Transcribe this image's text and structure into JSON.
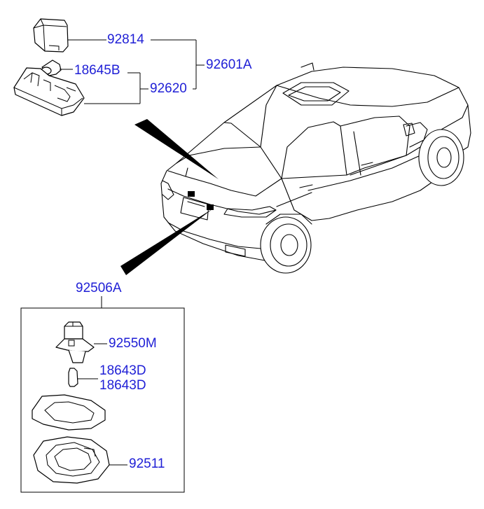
{
  "labels": {
    "p92814": "92814",
    "p18645B": "18645B",
    "p92620": "92620",
    "p92601A": "92601A",
    "p92506A": "92506A",
    "p92550M": "92550M",
    "p18643D_1": "18643D",
    "p18643D_2": "18643D",
    "p92511": "92511"
  },
  "colors": {
    "label": "#1f1fd6",
    "line": "#000000",
    "background": "#ffffff"
  }
}
